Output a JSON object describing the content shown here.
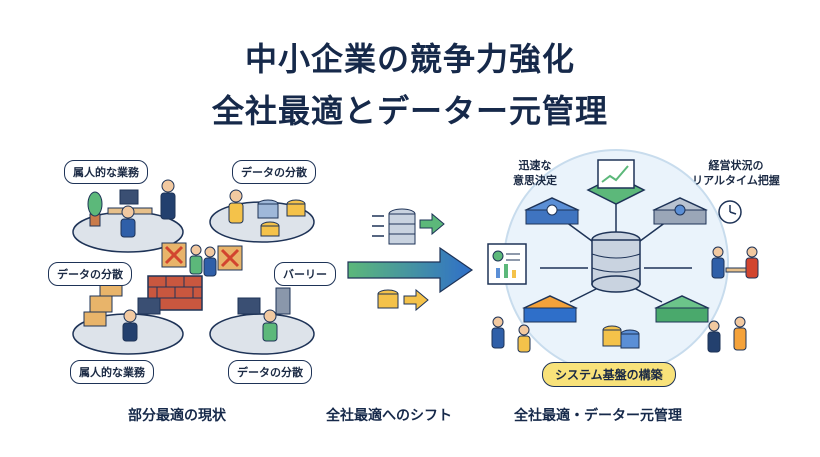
{
  "title_line1": "中小企業の競争力強化",
  "title_line2": "全社最適とデーター元管理",
  "left_labels": {
    "top_left": "属人的な業務",
    "top_right": "データの分散",
    "mid_left": "データの分散",
    "mid_right": "バーリー",
    "bottom_left": "属人的な業務",
    "bottom_right": "データの分散"
  },
  "right_labels": {
    "top_left_line1": "迅速な",
    "top_left_line2": "意思決定",
    "top_right_line1": "経営状況の",
    "top_right_line2": "リアルタイム把握",
    "foundation": "システム基盤の構築"
  },
  "captions": {
    "left": "部分最適の現状",
    "middle": "全社最適へのシフト",
    "right": "全社最適・データー元管理"
  },
  "colors": {
    "navy": "#1e3357",
    "arrow_green": "#5cb87a",
    "arrow_blue": "#2f6fc9",
    "accent_yellow": "#f8e27a",
    "platform_gray": "#dde3ea"
  }
}
